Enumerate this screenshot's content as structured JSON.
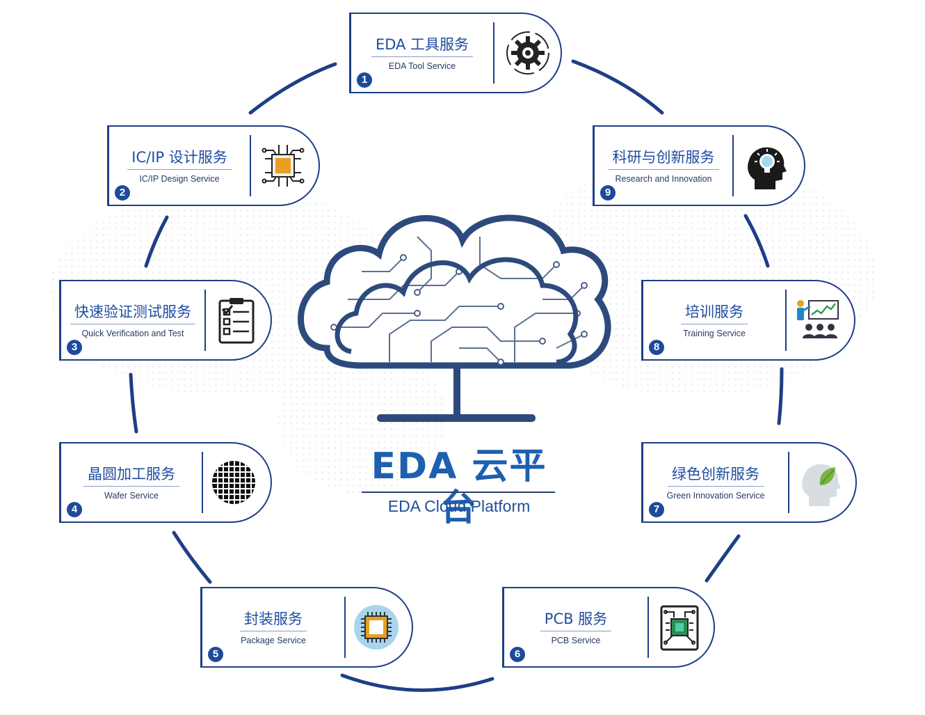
{
  "center": {
    "title_cn": "EDA 云平台",
    "title_en": "EDA Cloud Platform"
  },
  "colors": {
    "primary": "#1e3f86",
    "accent": "#1f5fb0",
    "wafer": "#111111",
    "leaf": "#7cb342",
    "chip": "#e8a020"
  },
  "services": [
    {
      "num": "1",
      "cn": "EDA 工具服务",
      "en": "EDA Tool Service",
      "icon": "gear-icon"
    },
    {
      "num": "2",
      "cn": "IC/IP 设计服务",
      "en": "IC/IP Design Service",
      "icon": "circuit-chip-icon"
    },
    {
      "num": "3",
      "cn": "快速验证测试服务",
      "en": "Quick Verification and Test",
      "icon": "checklist-icon"
    },
    {
      "num": "4",
      "cn": "晶圆加工服务",
      "en": "Wafer Service",
      "icon": "wafer-icon"
    },
    {
      "num": "5",
      "cn": "封装服务",
      "en": "Package Service",
      "icon": "package-chip-icon"
    },
    {
      "num": "6",
      "cn": "PCB 服务",
      "en": "PCB Service",
      "icon": "pcb-icon"
    },
    {
      "num": "7",
      "cn": "绿色创新服务",
      "en": "Green Innovation Service",
      "icon": "green-head-leaf-icon"
    },
    {
      "num": "8",
      "cn": "培训服务",
      "en": "Training Service",
      "icon": "training-presentation-icon"
    },
    {
      "num": "9",
      "cn": "科研与创新服务",
      "en": "Research and Innovation",
      "icon": "lightbulb-head-icon"
    }
  ]
}
